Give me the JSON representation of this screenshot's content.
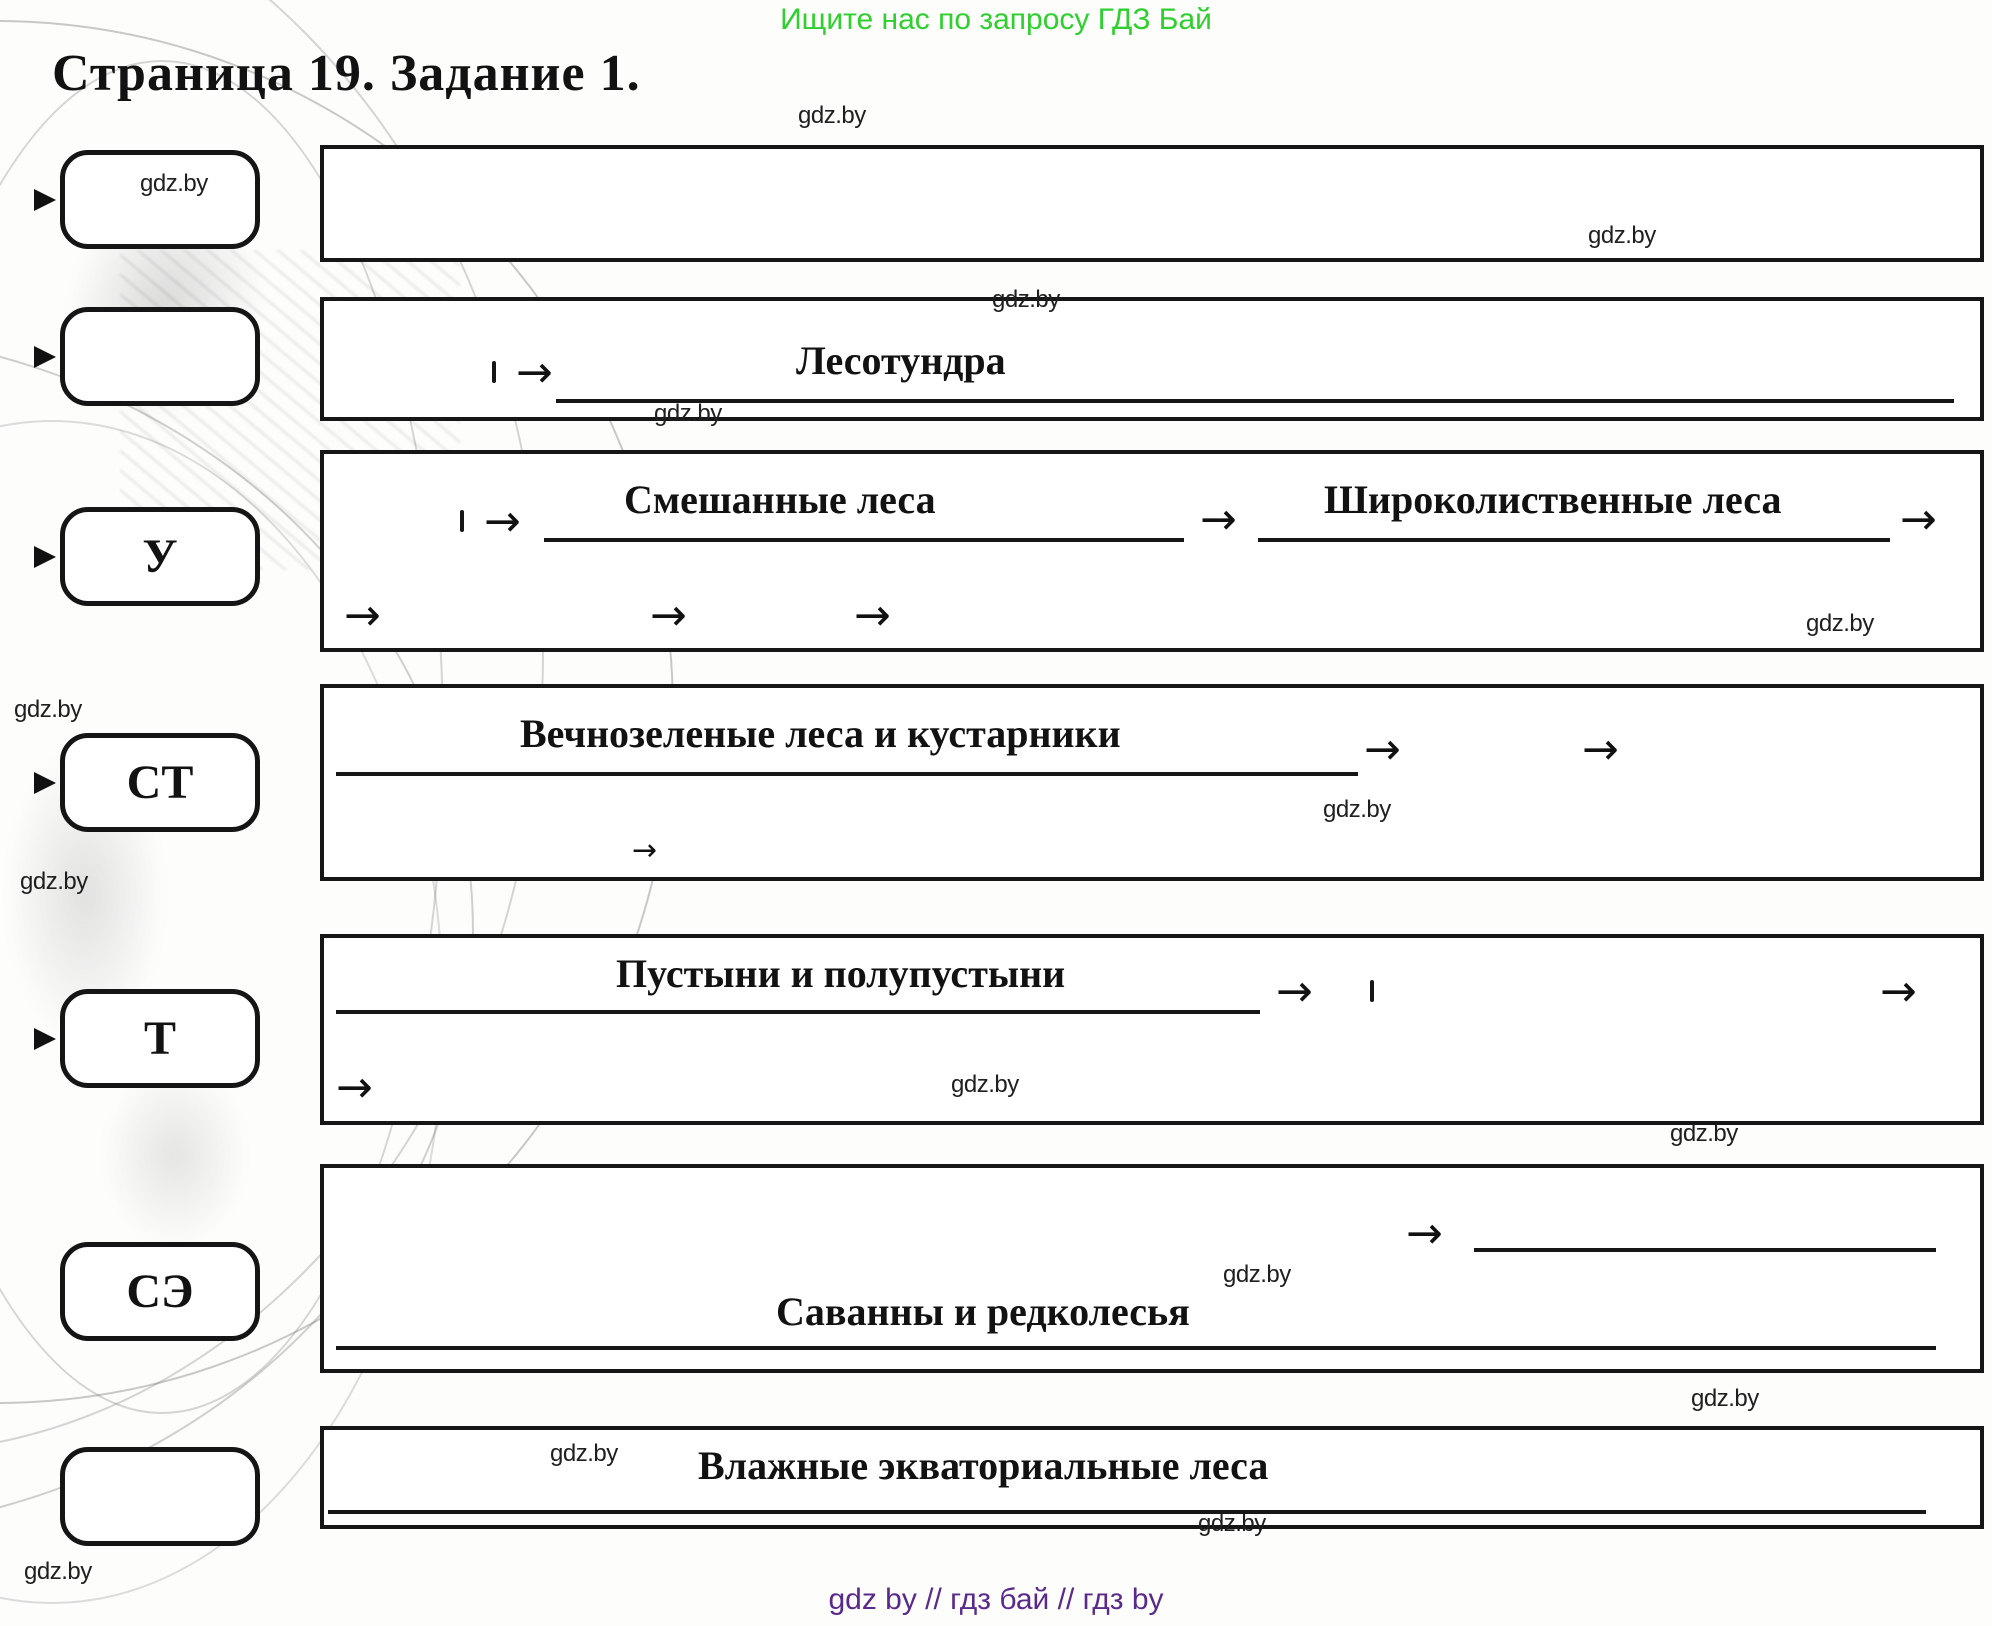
{
  "page": {
    "promo": "Ищите нас по запросу ГДЗ Бай",
    "title": "Страница 19. Задание 1.",
    "footer": "gdz by  //  гдз бай  //  гдз by",
    "watermark": "gdz.by"
  },
  "colors": {
    "promo_green": "#2fcf2f",
    "footer_purple": "#592a8c",
    "ink": "#121212"
  },
  "icons": {
    "arrow_right": "→"
  },
  "belts": [
    {
      "label": ""
    },
    {
      "label": ""
    },
    {
      "label": "У"
    },
    {
      "label": "СТ"
    },
    {
      "label": "Т"
    },
    {
      "label": "СЭ"
    },
    {
      "label": ""
    }
  ],
  "zones": {
    "lesotundra": "Лесотундра",
    "mixed": "Смешанные леса",
    "broadleaf": "Широколиственные леса",
    "evergreen": "Вечнозеленые леса и кустарники",
    "deserts": "Пустыни и полупустыни",
    "savanna": "Саванны и редколесья",
    "equatorial": "Влажные экваториальные леса"
  }
}
